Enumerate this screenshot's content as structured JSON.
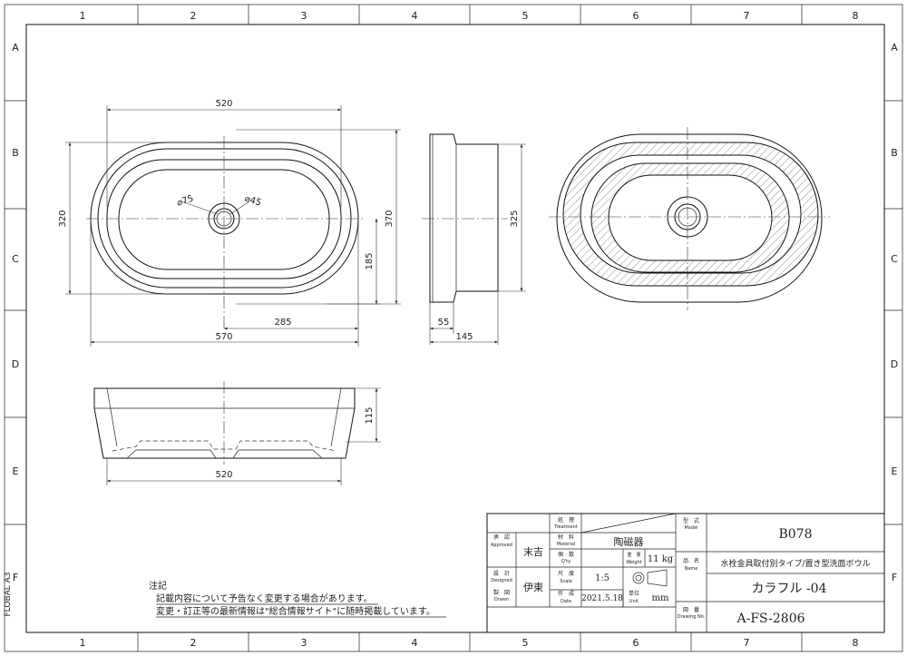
{
  "border": {
    "columns": [
      "1",
      "2",
      "3",
      "4",
      "5",
      "6",
      "7",
      "8"
    ],
    "rows": [
      "A",
      "B",
      "C",
      "D",
      "E",
      "F"
    ],
    "sheet_label": "FLOBAL A3"
  },
  "dimensions": {
    "top_inner_width": "520",
    "top_outer_width": "570",
    "drain_offset": "285",
    "inner_height": "320",
    "outer_height": "370",
    "drain_height": "185",
    "drain_hole_dia": "⌀75",
    "drain_flange_dia": "⌀45",
    "side_height": "325",
    "side_rim": "55",
    "side_depth": "145",
    "front_height": "115",
    "front_width": "520"
  },
  "notes": {
    "heading": "注記",
    "line1": "記載内容について予告なく変更する場合があります。",
    "line2": "変更・訂正等の最新情報は\"総合情報サイト\"に随時掲載しています。"
  },
  "title_block": {
    "approved_jp": "承　認",
    "approved_en": "Approved",
    "approved_name": "末吉",
    "designed_jp": "設　計",
    "designed_en": "Designed",
    "drawn_jp": "製　図",
    "drawn_en": "Drawn",
    "designed_name": "伊東",
    "treatment_jp": "処　理",
    "treatment_en": "Treatment",
    "material_jp": "材　料",
    "material_en": "Material",
    "material_value": "陶磁器",
    "qty_jp": "個　数",
    "qty_en": "Q'ty",
    "weight_jp": "重　量",
    "weight_en": "Weight",
    "weight_value": "11 kg",
    "scale_jp": "尺　度",
    "scale_en": "Scale",
    "scale_value": "1:5",
    "date_jp": "作　成",
    "date_en": "Date",
    "date_value": "2021.5.18",
    "unit_jp": "単位",
    "unit_en": "Unit",
    "unit_value": "mm",
    "model_jp": "型　式",
    "model_en": "Model",
    "model_value": "B078",
    "name_jp": "品　名",
    "name_en": "Name",
    "name_value": "水栓金具取付別タイプ/置き型洗面ボウル",
    "product_value": "カラフル -04",
    "drawing_jp": "図　番",
    "drawing_en": "Drawing No.",
    "drawing_value": "A-FS-2806"
  }
}
